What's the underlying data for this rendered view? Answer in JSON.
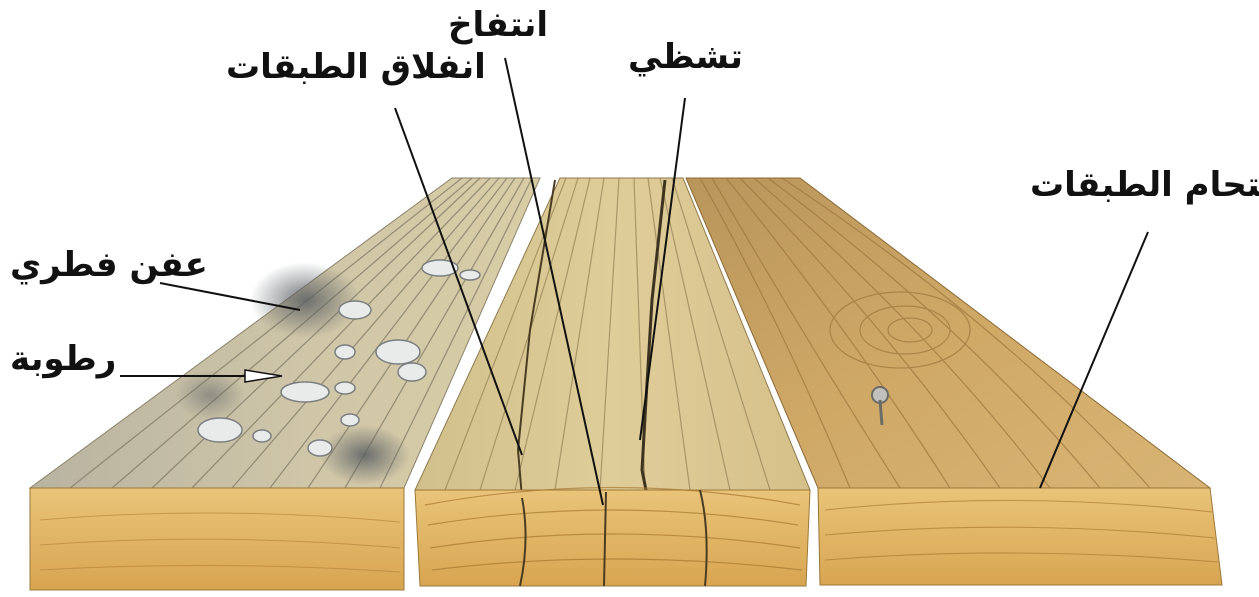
{
  "labels": {
    "delamination": "انفلاق الطبقات",
    "swelling": "انتفاخ",
    "splitting": "تشظي",
    "adhesion": "التحام الطبقات",
    "fungal_rot": "عفن فطري",
    "moisture": "رطوبة"
  },
  "colors": {
    "wood_light": "#d9c590",
    "wood_mid": "#c9a466",
    "wood_dark": "#b8894a",
    "end_grain": "#e2b25e",
    "weathered_gray": "#8a8c8a",
    "ink": "#111111"
  }
}
